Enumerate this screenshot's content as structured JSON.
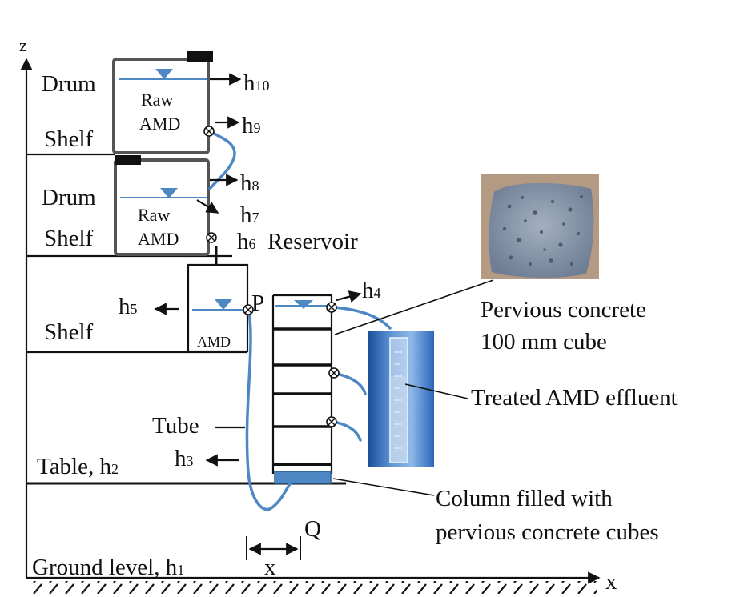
{
  "axes": {
    "z_label": "z",
    "x_label": "x"
  },
  "labels": {
    "drum_upper": "Drum",
    "shelf_upper": "Shelf",
    "drum_lower": "Drum",
    "shelf_lower": "Shelf",
    "shelf_reservoir": "Shelf",
    "raw_upper_line1": "Raw",
    "raw_upper_line2": "AMD",
    "raw_lower_line1": "Raw",
    "raw_lower_line2": "AMD",
    "reservoir_amd": "AMD",
    "reservoir": "Reservoir",
    "point_p": "P",
    "point_q": "Q",
    "tube": "Tube",
    "table_prefix": "Table, h",
    "table_sub": "2",
    "ground_prefix": "Ground  level, h",
    "ground_sub": "1",
    "x_dim": "x",
    "pervious_line1": "Pervious  concrete",
    "pervious_line2": "100 mm cube",
    "treated": "Treated AMD effluent",
    "column_line1": "Column filled with",
    "column_line2": "pervious concrete cubes"
  },
  "heights": {
    "h10": {
      "base": "h",
      "sub": "10"
    },
    "h9": {
      "base": "h",
      "sub": "9"
    },
    "h8": {
      "base": "h",
      "sub": "8"
    },
    "h7": {
      "base": "h",
      "sub": "7"
    },
    "h6": {
      "base": "h",
      "sub": "6"
    },
    "h5": {
      "base": "h",
      "sub": "5"
    },
    "h4": {
      "base": "h",
      "sub": "4"
    },
    "h3": {
      "base": "h",
      "sub": "3"
    }
  },
  "colors": {
    "water": "#4d88c4",
    "tube": "#4d88c4",
    "drum_frame": "#555555",
    "concrete": "#8c9aad",
    "photo_bg": "#b49a82",
    "cylinder_bg": "#2a66b8"
  }
}
